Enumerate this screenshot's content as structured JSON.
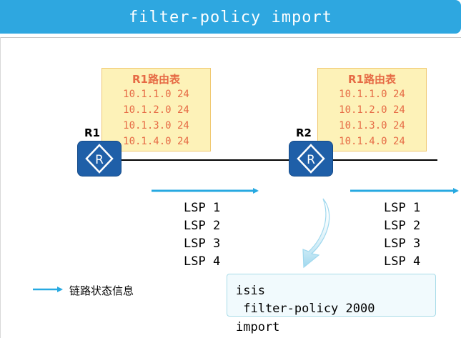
{
  "title": "filter-policy import",
  "routers": [
    {
      "label": "R1"
    },
    {
      "label": "R2"
    }
  ],
  "tables": [
    {
      "title": "R1路由表",
      "routes": [
        "10.1.1.0 24",
        "10.1.2.0 24",
        "10.1.3.0 24",
        "10.1.4.0 24"
      ]
    },
    {
      "title": "R1路由表",
      "routes": [
        "10.1.1.0 24",
        "10.1.2.0 24",
        "10.1.3.0 24",
        "10.1.4.0 24"
      ]
    }
  ],
  "lsp_groups": [
    [
      "LSP 1",
      "LSP 2",
      "LSP 3",
      "LSP 4"
    ],
    [
      "LSP 1",
      "LSP 2",
      "LSP 3",
      "LSP 4"
    ]
  ],
  "legend": {
    "label": "链路状态信息"
  },
  "config": [
    "isis",
    " filter-policy 2000",
    "import"
  ],
  "colors": {
    "header": "#2ea7e0",
    "router": "#1f5fa8",
    "arrow": "#27a9e1",
    "table_bg": "#fdf2b8",
    "table_text": "#e66b45"
  }
}
